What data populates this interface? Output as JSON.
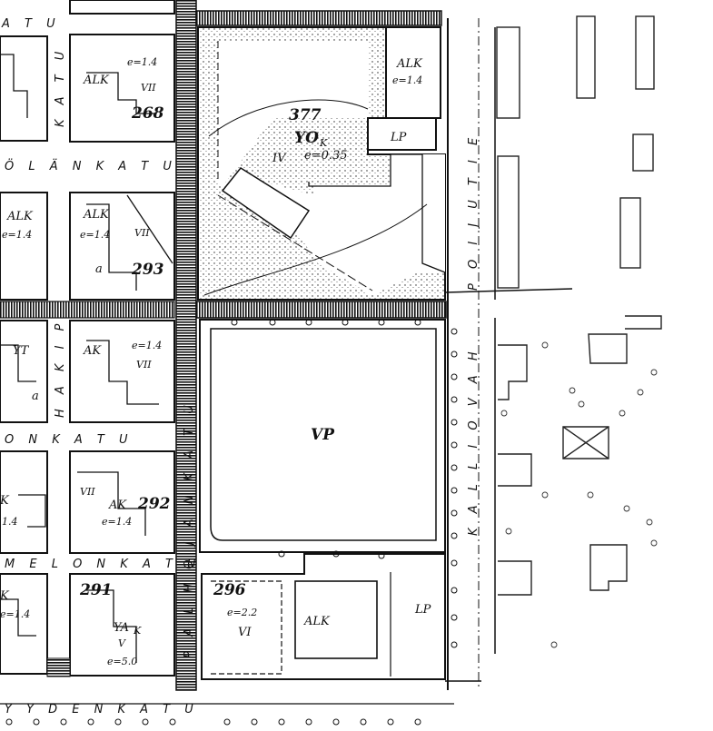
{
  "map": {
    "streets": {
      "top": "A T U",
      "olankatu": "Ö L Ä N K A T U",
      "vertical_left": "K A T U",
      "hakip": "H A K I P",
      "middle": "O N K A T U",
      "melon": "M E L O N K A T U",
      "palhon": "P A L H O J A N K A T U",
      "poijut": "P O I J U T I E",
      "kallio": "K A L L I O V A H",
      "bottom": "Y Y D E N K A T U"
    },
    "blocks": [
      {
        "id": "b1",
        "number": "377",
        "zone": "YO",
        "zone_sub": "K",
        "floors": "IV",
        "efficiency": "e=0.35"
      },
      {
        "id": "b2",
        "number": "268",
        "zone": "ALK",
        "floors": "VII",
        "efficiency": "e=1.4"
      },
      {
        "id": "b3",
        "number": "293",
        "zone": "ALK",
        "floors": "VII",
        "efficiency": "e=1.4"
      },
      {
        "id": "b4",
        "number": "292",
        "zone": "AK",
        "floors": "VII",
        "efficiency": "e=1.4"
      },
      {
        "id": "b5",
        "number": "291",
        "zone": "YA",
        "zone_sub": "K",
        "floors": "V",
        "efficiency": "e=5.0"
      },
      {
        "id": "b6",
        "number": "296",
        "zone": "ALK",
        "floors": "VI",
        "efficiency": "e=2.2"
      }
    ],
    "areas": {
      "park": "VP",
      "parking_top": "LP",
      "parking_bottom": "LP",
      "top_right_zone": "ALK",
      "top_right_eff": "e=1.4",
      "left_ak": "AK",
      "left_ak_eff": "e=1.4",
      "left_floors": "VII",
      "left_alk": "ALK",
      "left_alk_eff": "e=1.4",
      "left_yt": "YT",
      "left_a": "a",
      "left_ak2": "K",
      "left_ak2_eff": "e=1.4",
      "bottom_left_zone": "K",
      "bottom_left_eff": "1.4",
      "block_a": "a"
    }
  }
}
